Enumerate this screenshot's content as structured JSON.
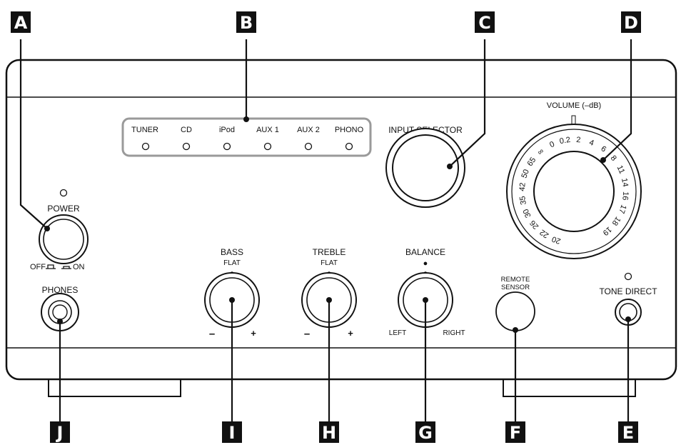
{
  "callouts": {
    "A": "A",
    "B": "B",
    "C": "C",
    "D": "D",
    "E": "E",
    "F": "F",
    "G": "G",
    "H": "H",
    "I": "I",
    "J": "J"
  },
  "input_leds": [
    "TUNER",
    "CD",
    "iPod",
    "AUX 1",
    "AUX 2",
    "PHONO"
  ],
  "input_selector": {
    "label": "INPUT SELECTOR"
  },
  "volume": {
    "label": "VOLUME (–dB)",
    "scale": [
      "20",
      "22",
      "26",
      "30",
      "35",
      "42",
      "50",
      "65",
      "∞",
      "0",
      "0.2",
      "2",
      "4",
      "6",
      "8",
      "11",
      "14",
      "16",
      "17",
      "18",
      "19"
    ]
  },
  "power": {
    "label": "POWER",
    "off": "OFF",
    "on": "ON"
  },
  "phones": {
    "label": "PHONES"
  },
  "bass": {
    "label": "BASS",
    "flat": "FLAT",
    "minus": "–",
    "plus": "+"
  },
  "treble": {
    "label": "TREBLE",
    "flat": "FLAT",
    "minus": "–",
    "plus": "+"
  },
  "balance": {
    "label": "BALANCE",
    "center": "●",
    "left": "LEFT",
    "right": "RIGHT"
  },
  "remote_sensor": {
    "line1": "REMOTE",
    "line2": "SENSOR"
  },
  "tone_direct": {
    "label": "TONE DIRECT"
  }
}
